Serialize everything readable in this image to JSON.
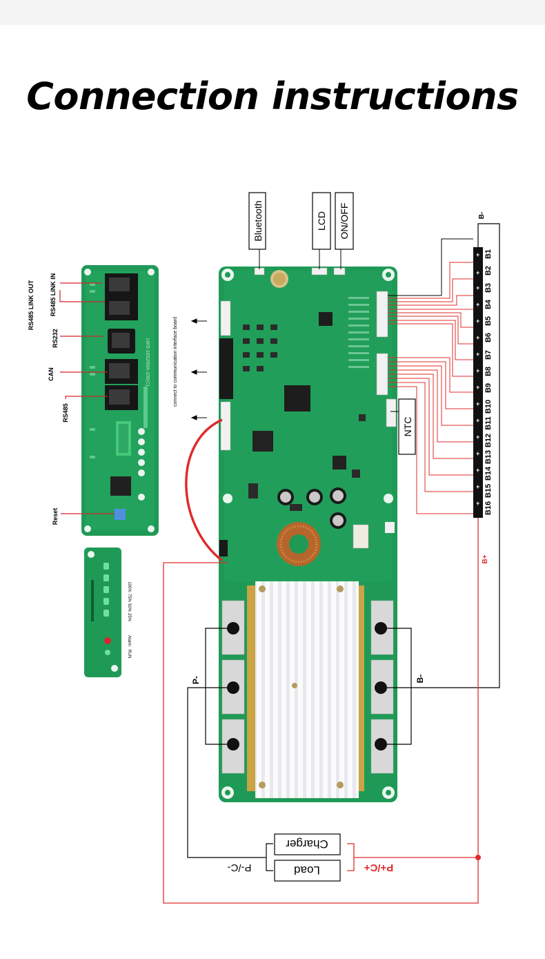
{
  "title": "Connection instructions",
  "top_connectors": [
    "Bluetooth",
    "LCD",
    "ON/OFF"
  ],
  "ntc_label": "NTC",
  "cell_labels": [
    "B1",
    "B2",
    "B3",
    "B4",
    "B5",
    "B6",
    "B7",
    "B8",
    "B9",
    "B10",
    "B11",
    "B12",
    "B13",
    "B14",
    "B15",
    "B16"
  ],
  "b_minus_top": "B-",
  "b_plus_label": "B+",
  "p_minus_label": "P-",
  "b_minus_side": "B-",
  "comm_board": {
    "note": "connect to communication interface board",
    "port_labels": [
      "RS485 LINK IN",
      "RS485 LINK OUT",
      "RS232",
      "CAN",
      "RS485",
      "Reset"
    ],
    "silkscreen": "LWS-16S200A-105(C)"
  },
  "led_board": {
    "labels": [
      "100%",
      "75%",
      "50%",
      "25%",
      "Alarm",
      "RUN"
    ]
  },
  "charger_label": "Charger",
  "load_label": "Load",
  "p_c_minus": "P-/C-",
  "p_c_plus": "P+/C+",
  "colors": {
    "red_wire": "#e02b2b",
    "pcb_green": "#1f9a56",
    "black_wire": "#000000"
  }
}
